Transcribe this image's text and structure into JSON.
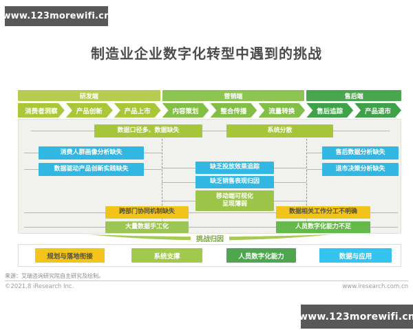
{
  "watermark": {
    "text": "www.123morewifi.cn"
  },
  "title": "制造业企业数字化转型中遇到的挑战",
  "stages": [
    {
      "label": "研发端",
      "color": "#b6cd52"
    },
    {
      "label": "营销端",
      "color": "#8dc452"
    },
    {
      "label": "售后端",
      "color": "#4aa64e"
    }
  ],
  "steps": [
    {
      "label": "消费者洞察",
      "color": "#a9c739"
    },
    {
      "label": "产品创新",
      "color": "#a9c739"
    },
    {
      "label": "产品上市",
      "color": "#a9c739"
    },
    {
      "label": "内容策划",
      "color": "#83bf47"
    },
    {
      "label": "整合传播",
      "color": "#83bf47"
    },
    {
      "label": "流量转换",
      "color": "#83bf47"
    },
    {
      "label": "售后追踪",
      "color": "#3fa148"
    },
    {
      "label": "产品退市",
      "color": "#3fa148"
    }
  ],
  "challenges": {
    "top": [
      {
        "label": "数据口径多、数据缺失",
        "color": "#a5c63b"
      },
      {
        "label": "系统分散",
        "color": "#a5c63b"
      }
    ],
    "left": [
      {
        "label": "消费人群画像分析缺失",
        "color": "#31b7e2"
      },
      {
        "label": "数据驱动产品创新实践缺失",
        "color": "#31b7e2"
      }
    ],
    "middle": [
      {
        "label": "缺乏投放效果追踪",
        "color": "#31b7e2"
      },
      {
        "label": "缺乏销售表现归因",
        "color": "#31b7e2"
      },
      {
        "label": "移动端可视化\n呈现薄弱",
        "color": "#9cc54a"
      }
    ],
    "right": [
      {
        "label": "售后数据分析缺失",
        "color": "#31b7e2"
      },
      {
        "label": "退市决策分析缺失",
        "color": "#31b7e2"
      }
    ],
    "bottom_left": [
      {
        "label": "跨部门协同机制缺失",
        "color": "#f2c318",
        "text_color": "#565233"
      },
      {
        "label": "大量数据手工化",
        "color": "#9cc653",
        "text_color": "#ffffff"
      }
    ],
    "bottom_right": [
      {
        "label": "数据相关工作分工不明确",
        "color": "#f2c318",
        "text_color": "#565233"
      },
      {
        "label": "人员数字化能力不足",
        "color": "#64b94a",
        "text_color": "#ffffff"
      }
    ]
  },
  "attribution": {
    "label": "挑战归因",
    "color": "#a6ca52"
  },
  "categories": [
    {
      "label": "规划与落地衔接",
      "color": "#f4c41c",
      "text_color": "#565233"
    },
    {
      "label": "系统支撑",
      "color": "#a3c84e",
      "text_color": "#ffffff"
    },
    {
      "label": "人员数字化能力",
      "color": "#4ea64f",
      "text_color": "#ffffff"
    },
    {
      "label": "数据与应用",
      "color": "#35c4f0",
      "text_color": "#ffffff"
    }
  ],
  "footer": {
    "source": "来源：艾瑞咨询研究院自主研究及绘制。",
    "copyright": "©2021.8 iResearch Inc.",
    "website": "www.iresearch.com.cn"
  }
}
